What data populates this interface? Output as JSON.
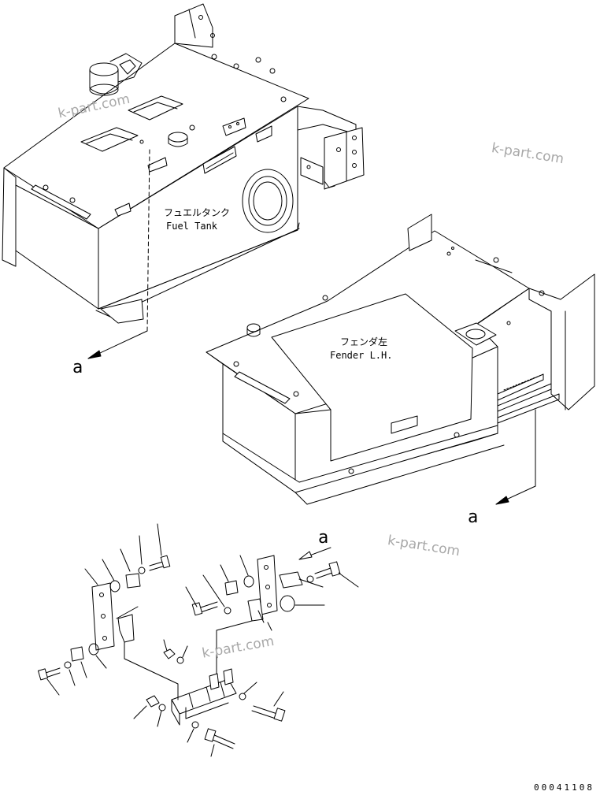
{
  "labels": {
    "fuel_tank_jp": "フュエルタンク",
    "fuel_tank_en": "Fuel Tank",
    "fender_jp": "フェンダ左",
    "fender_en": "Fender L.H."
  },
  "reference_marks": {
    "a1": "a",
    "a2": "a",
    "a3": "a"
  },
  "watermark": "k-part.com",
  "document_number": "00041108",
  "colors": {
    "line": "#000000",
    "watermark": "#a8a8a8",
    "background": "#ffffff"
  }
}
